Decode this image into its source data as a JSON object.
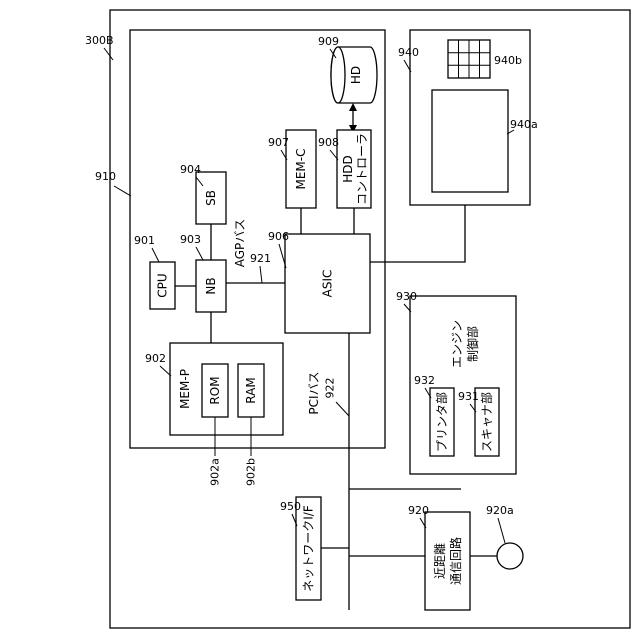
{
  "figure": {
    "system_ref": "300B",
    "controller": {
      "ref": "910"
    },
    "cpu": {
      "ref": "901",
      "label": "CPU"
    },
    "nb": {
      "ref": "903",
      "label": "NB"
    },
    "sb": {
      "ref": "904",
      "label": "SB"
    },
    "agp_bus": {
      "ref": "921",
      "label": "AGPバス"
    },
    "asic": {
      "ref": "906",
      "label": "ASIC"
    },
    "mem_c": {
      "ref": "907",
      "label": "MEM-C"
    },
    "hdd_controller": {
      "ref": "908",
      "label_line1": "HDD",
      "label_line2": "コントローラ"
    },
    "hd": {
      "ref": "909",
      "label": "HD"
    },
    "mem_p": {
      "ref": "902",
      "label": "MEM-P"
    },
    "rom": {
      "ref": "902a",
      "label": "ROM"
    },
    "ram": {
      "ref": "902b",
      "label": "RAM"
    },
    "pci_bus": {
      "ref": "922",
      "label": "PCIバス"
    },
    "operation_panel": {
      "ref": "940",
      "keys_ref": "940b",
      "display_ref": "940a"
    },
    "engine_control": {
      "ref": "930",
      "label_line1": "エンジン",
      "label_line2": "制御部"
    },
    "printer_unit": {
      "ref": "932",
      "label": "プリンタ部"
    },
    "scanner_unit": {
      "ref": "931",
      "label": "スキャナ部"
    },
    "network_if": {
      "ref": "950",
      "label": "ネットワークI/F"
    },
    "short_range": {
      "ref": "920",
      "label_line1": "近距離",
      "label_line2": "通信回路"
    },
    "antenna": {
      "ref": "920a"
    }
  }
}
